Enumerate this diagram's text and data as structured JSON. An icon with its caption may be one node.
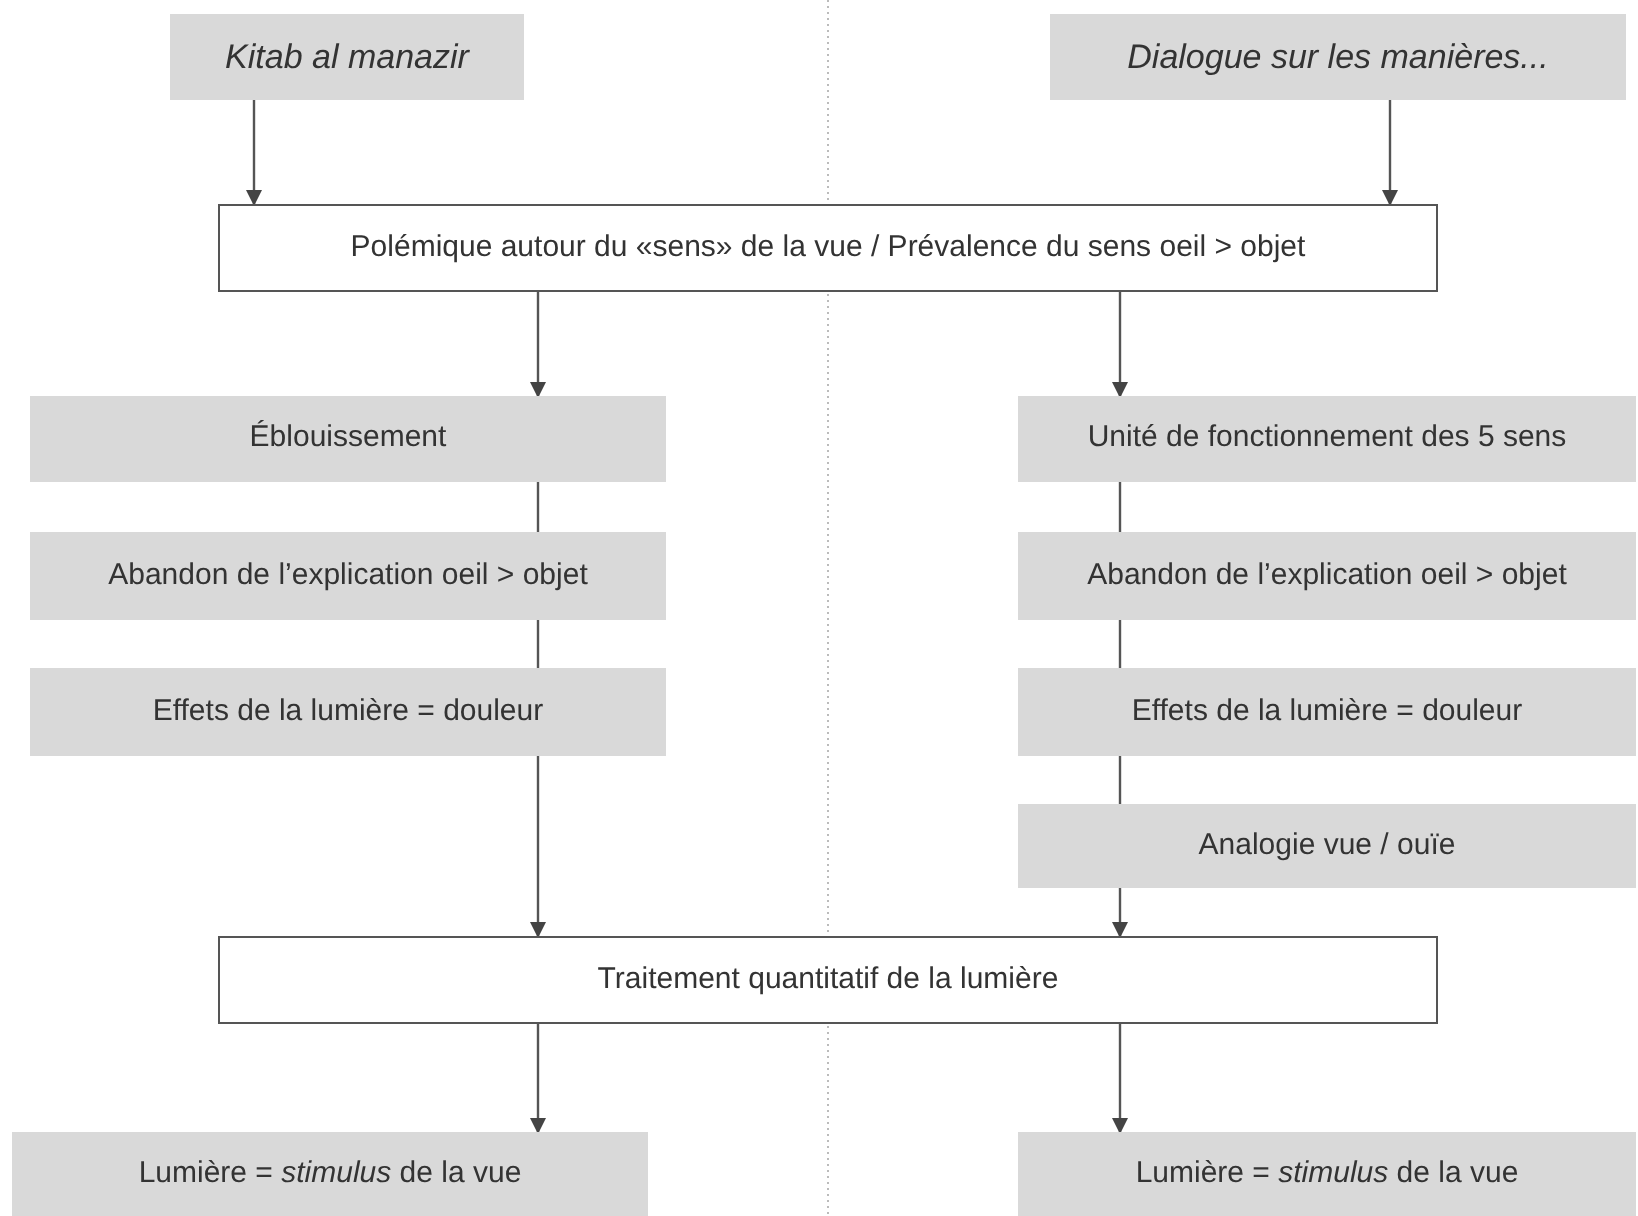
{
  "diagram": {
    "nodes": [
      {
        "text": [
          "Kitab al manazir"
        ]
      },
      {
        "text": [
          "Dialogue sur les manières..."
        ]
      },
      {
        "text": [
          "Polémique autour du «sens» de la vue / Prévalence du sens oeil > objet"
        ]
      },
      {
        "text": [
          "Éblouissement"
        ]
      },
      {
        "text": [
          "Abandon de l’explication oeil > objet"
        ]
      },
      {
        "text": [
          "Effets de la lumière = douleur"
        ]
      },
      {
        "text": [
          "Unité de fonctionnement des 5 sens"
        ]
      },
      {
        "text": [
          "Abandon de l’explication oeil > objet"
        ]
      },
      {
        "text": [
          "Effets de la lumière = douleur"
        ]
      },
      {
        "text": [
          "Analogie vue / ouïe"
        ]
      },
      {
        "text": [
          "Traitement quantitatif de la lumière"
        ]
      },
      {
        "text": [
          "Lumière = *stimulus* de la vue"
        ]
      },
      {
        "text": [
          "Lumière = *stimulus* de la vue"
        ]
      }
    ],
    "edges": [
      {
        "from": 0,
        "to": 2,
        "arrow": "to"
      },
      {
        "from": 1,
        "to": 2,
        "arrow": "to"
      },
      {
        "from": 2,
        "to": 3,
        "arrow": "to"
      },
      {
        "from": 2,
        "to": 6,
        "arrow": "to"
      },
      {
        "from": 3,
        "to": 4,
        "arrow": "none"
      },
      {
        "from": 4,
        "to": 5,
        "arrow": "none"
      },
      {
        "from": 5,
        "to": 10,
        "arrow": "to"
      },
      {
        "from": 6,
        "to": 7,
        "arrow": "none"
      },
      {
        "from": 7,
        "to": 8,
        "arrow": "none"
      },
      {
        "from": 8,
        "to": 9,
        "arrow": "none"
      },
      {
        "from": 9,
        "to": 10,
        "arrow": "to"
      },
      {
        "from": 10,
        "to": 11,
        "arrow": "to"
      },
      {
        "from": 10,
        "to": 12,
        "arrow": "to"
      }
    ]
  }
}
